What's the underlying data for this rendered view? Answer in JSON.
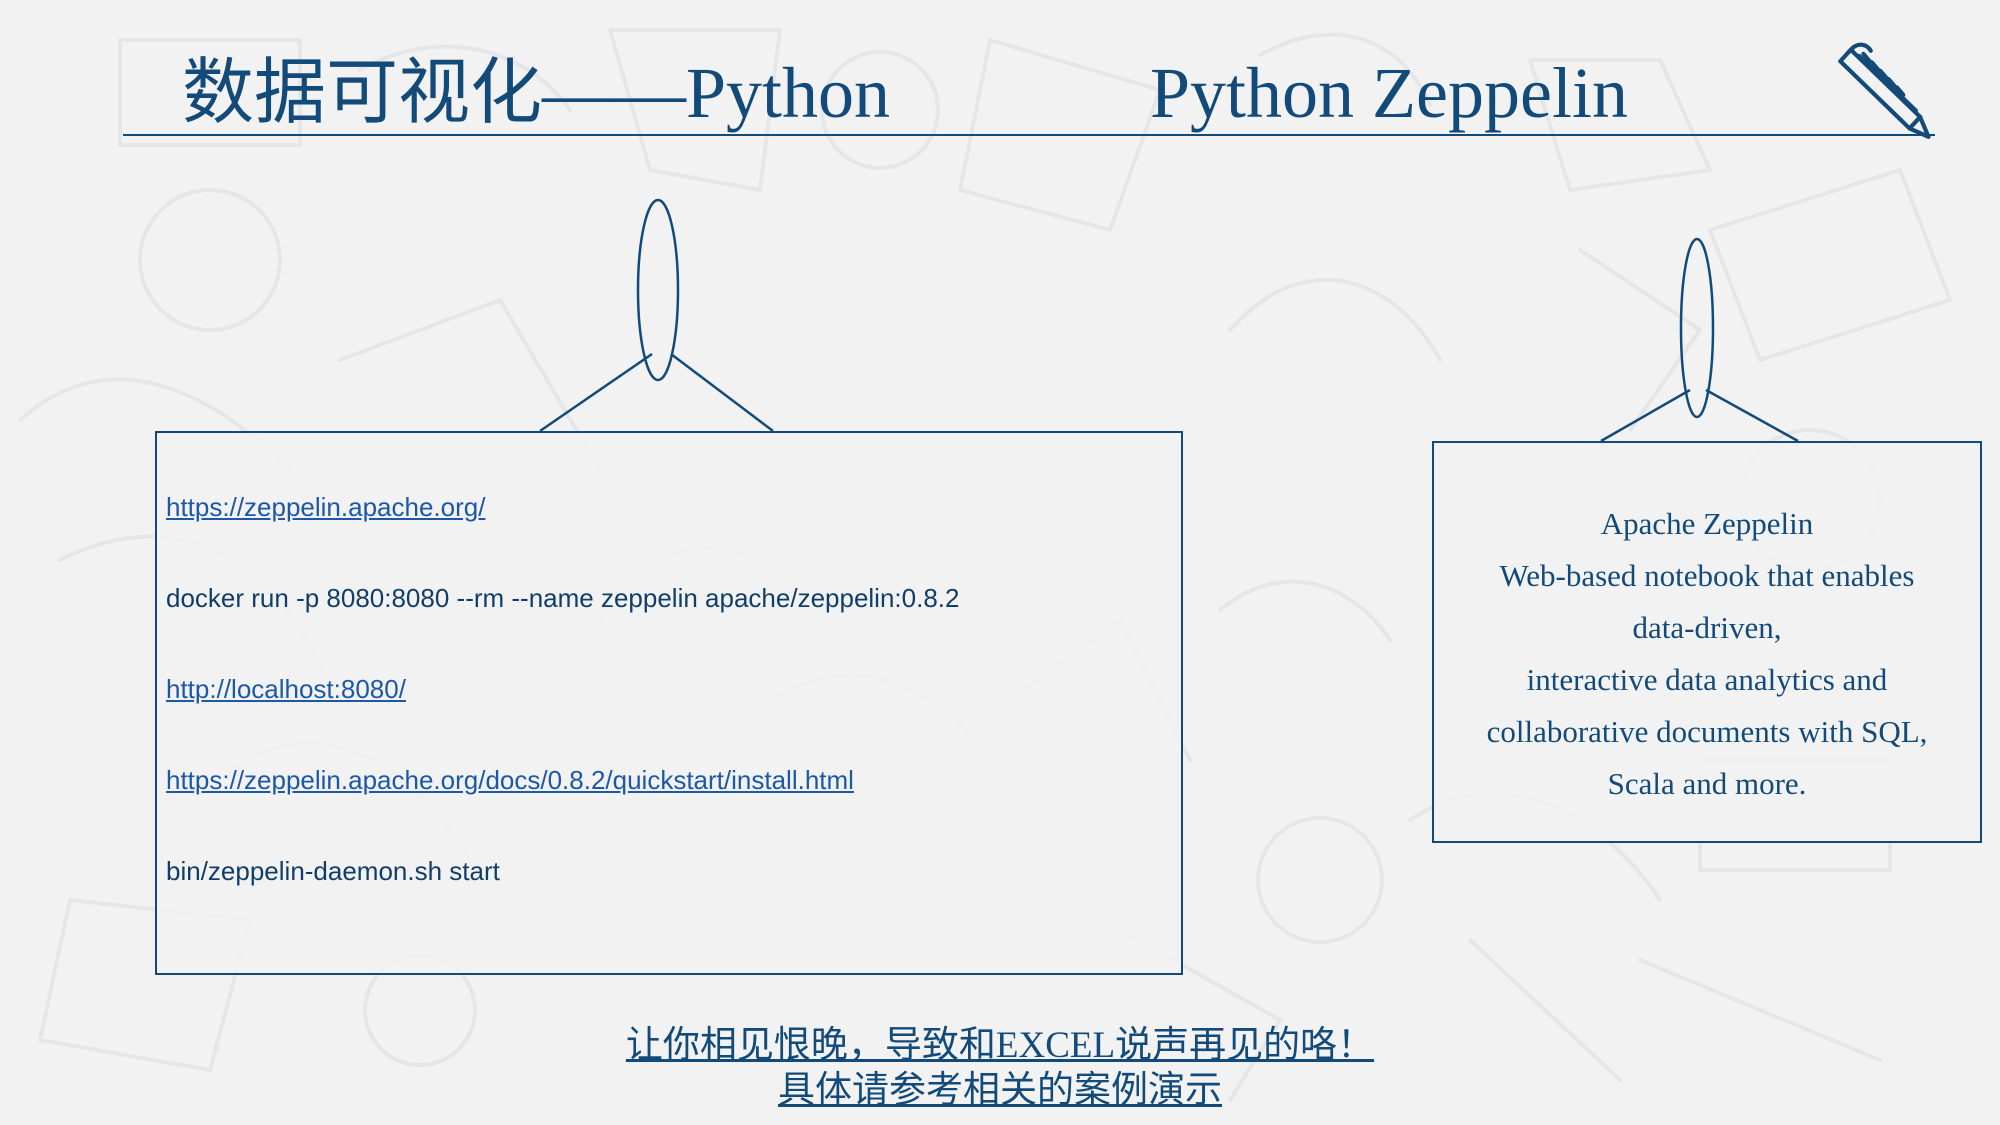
{
  "header": {
    "title_left": "数据可视化——Python",
    "title_right": "Python Zeppelin"
  },
  "left_panel": {
    "url_1": "https://zeppelin.apache.org/",
    "docker_command": "docker run -p 8080:8080 --rm --name zeppelin apache/zeppelin:0.8.2",
    "url_2": "http://localhost:8080/",
    "url_3": "https://zeppelin.apache.org/docs/0.8.2/quickstart/install.html",
    "start_command": "bin/zeppelin-daemon.sh start"
  },
  "right_panel": {
    "lines": [
      "Apache Zeppelin",
      "Web-based notebook that enables",
      "data-driven,",
      "interactive data analytics and",
      "collaborative documents with SQL,",
      "Scala and more."
    ]
  },
  "footer": {
    "line_1": "让你相见恨晚，导致和EXCEL说声再见的咯！",
    "line_2": "具体请参考相关的案例演示"
  },
  "colors": {
    "background": "#f2f2f2",
    "primary_blue": "#124a7a",
    "link_blue": "#1c58a8"
  },
  "icons": {
    "header": "pencil-icon"
  }
}
